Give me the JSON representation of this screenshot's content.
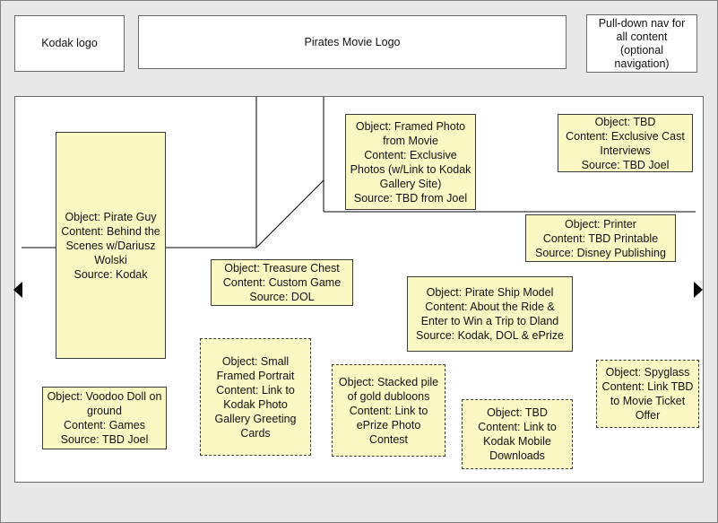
{
  "header": {
    "logo_left": "Kodak logo",
    "logo_center": "Pirates Movie Logo",
    "nav": "Pull-down nav for all content (optional navigation)"
  },
  "objects": [
    {
      "text": "Object: Pirate Guy\nContent: Behind the Scenes w/Dariusz Wolski\nSource: Kodak",
      "style": "solid"
    },
    {
      "text": "Object: Framed Photo from Movie\nContent: Exclusive Photos (w/Link to Kodak Gallery Site)\nSource: TBD from Joel",
      "style": "solid"
    },
    {
      "text": "Object: TBD\nContent: Exclusive Cast Interviews\nSource: TBD Joel",
      "style": "solid"
    },
    {
      "text": "Object: Printer\nContent: TBD Printable\nSource: Disney Publishing",
      "style": "solid"
    },
    {
      "text": "Object: Treasure Chest\nContent: Custom Game\nSource: DOL",
      "style": "solid"
    },
    {
      "text": "Object: Pirate Ship Model\nContent: About the Ride & Enter to Win a Trip to Dland\nSource: Kodak, DOL & ePrize",
      "style": "solid"
    },
    {
      "text": "Object: Voodoo Doll on ground\nContent: Games\nSource: TBD Joel",
      "style": "solid"
    },
    {
      "text": "Object: Small Framed Portrait\nContent: Link to Kodak Photo Gallery Greeting Cards",
      "style": "dashed"
    },
    {
      "text": "Object: Stacked pile of gold dubloons\nContent: Link to ePrize Photo Contest",
      "style": "dashed"
    },
    {
      "text": "Object: TBD\nContent: Link to Kodak Mobile Downloads",
      "style": "dashed"
    },
    {
      "text": "Object: Spyglass\nContent: Link TBD to Movie Ticket Offer",
      "style": "dashed"
    }
  ],
  "navigation": {
    "prev": "left-arrow-icon",
    "next": "right-arrow-icon"
  }
}
